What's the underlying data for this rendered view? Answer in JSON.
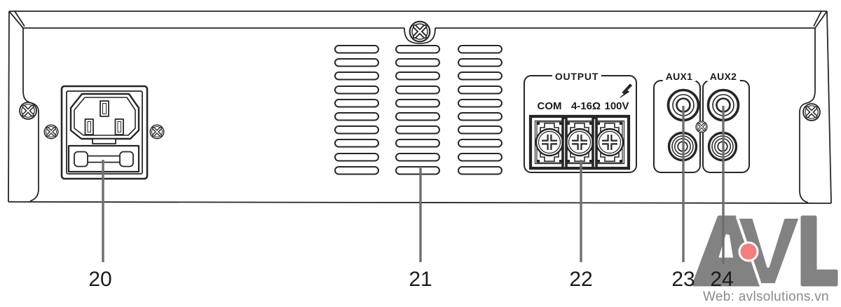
{
  "diagram": {
    "panel": "amplifier-rear-panel",
    "output_section": {
      "label": "OUTPUT",
      "hazard_icon": "lightning-bolt",
      "terminal_labels": [
        "COM",
        "4-16Ω",
        "100V"
      ]
    },
    "aux_sections": [
      {
        "label": "AUX1"
      },
      {
        "label": "AUX2"
      }
    ],
    "callouts": [
      {
        "number": "20",
        "target": "ac-power-inlet-fuse"
      },
      {
        "number": "21",
        "target": "ventilation-slots"
      },
      {
        "number": "22",
        "target": "output-terminal-block"
      },
      {
        "number": "23",
        "target": "aux1-jacks"
      },
      {
        "number": "24",
        "target": "aux2-jacks"
      }
    ],
    "branding": {
      "logo_text": "AVL",
      "website": "Web: avlsolutions.vn"
    },
    "colors": {
      "line": "#262626",
      "leader_line": "#6f6f6f",
      "logo_gray": "#828282",
      "logo_dot": "#f67e7e",
      "website_text": "#8b8b8b"
    }
  }
}
